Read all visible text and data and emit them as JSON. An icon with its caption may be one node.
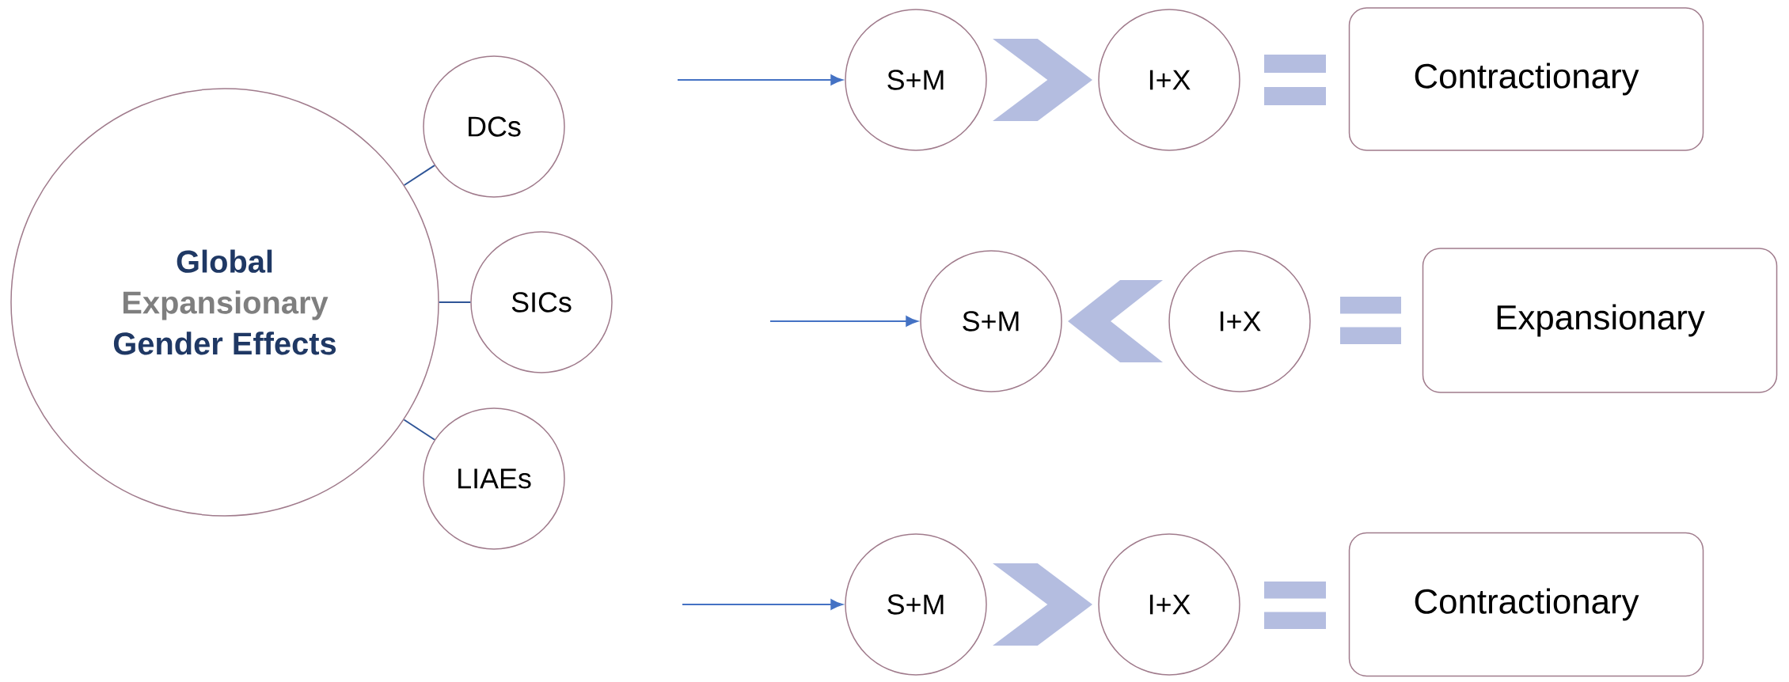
{
  "diagram": {
    "nodes": [
      {
        "text": [
          "Global",
          "Expansionary",
          "Gender Effects"
        ]
      },
      {
        "text": [
          "DCs"
        ]
      },
      {
        "text": [
          "SICs"
        ]
      },
      {
        "text": [
          "LIAEs"
        ]
      },
      {
        "text": [
          "S+M"
        ]
      },
      {
        "text": [
          "I+X"
        ]
      },
      {
        "text": [
          "Contractionary"
        ]
      },
      {
        "text": [
          "S+M"
        ]
      },
      {
        "text": [
          "I+X"
        ]
      },
      {
        "text": [
          "Expansionary"
        ]
      },
      {
        "text": [
          "S+M"
        ]
      },
      {
        "text": [
          "I+X"
        ]
      },
      {
        "text": [
          "Contractionary"
        ]
      }
    ],
    "edges": [
      {
        "from": 0,
        "to": 1,
        "arrow": "none"
      },
      {
        "from": 0,
        "to": 2,
        "arrow": "none"
      },
      {
        "from": 0,
        "to": 3,
        "arrow": "none"
      },
      {
        "from": null,
        "to": 4,
        "arrow": "to"
      },
      {
        "from": null,
        "to": 7,
        "arrow": "to"
      },
      {
        "from": null,
        "to": 10,
        "arrow": "to"
      },
      {
        "from": 4,
        "to": 5,
        "arrow": "to",
        "style": "thick",
        "color": "#b4bde0"
      },
      {
        "from": 8,
        "to": 7,
        "arrow": "to",
        "style": "thick",
        "color": "#b4bde0"
      },
      {
        "from": 10,
        "to": 11,
        "arrow": "to",
        "style": "thick",
        "color": "#b4bde0"
      }
    ]
  }
}
